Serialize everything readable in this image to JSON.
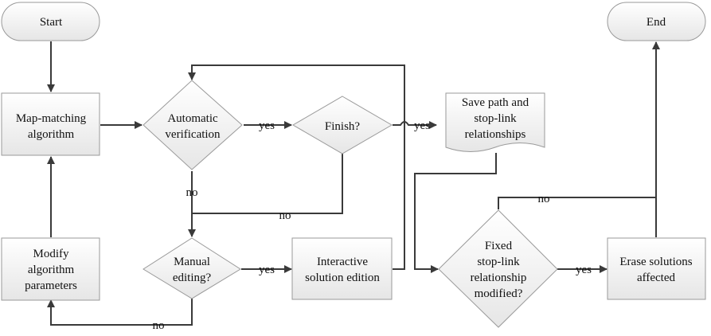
{
  "nodes": {
    "start": "Start",
    "end": "End",
    "map_matching": [
      "Map-matching",
      "algorithm"
    ],
    "modify": [
      "Modify",
      "algorithm",
      "parameters"
    ],
    "auto_verification": [
      "Automatic",
      "verification"
    ],
    "finish": "Finish?",
    "manual_editing": [
      "Manual",
      "editing?"
    ],
    "interactive": [
      "Interactive",
      "solution edition"
    ],
    "save_path": [
      "Save path and",
      "stop-link",
      "relationships"
    ],
    "fixed": [
      "Fixed",
      "stop-link",
      "relationship",
      "modified?"
    ],
    "erase": [
      "Erase solutions",
      "affected"
    ]
  },
  "edge_labels": {
    "auto_yes": "yes",
    "auto_no": "no",
    "finish_yes": "yes",
    "finish_no": "no",
    "manual_yes": "yes",
    "manual_no": "no",
    "fixed_yes": "yes",
    "fixed_no": "no"
  }
}
